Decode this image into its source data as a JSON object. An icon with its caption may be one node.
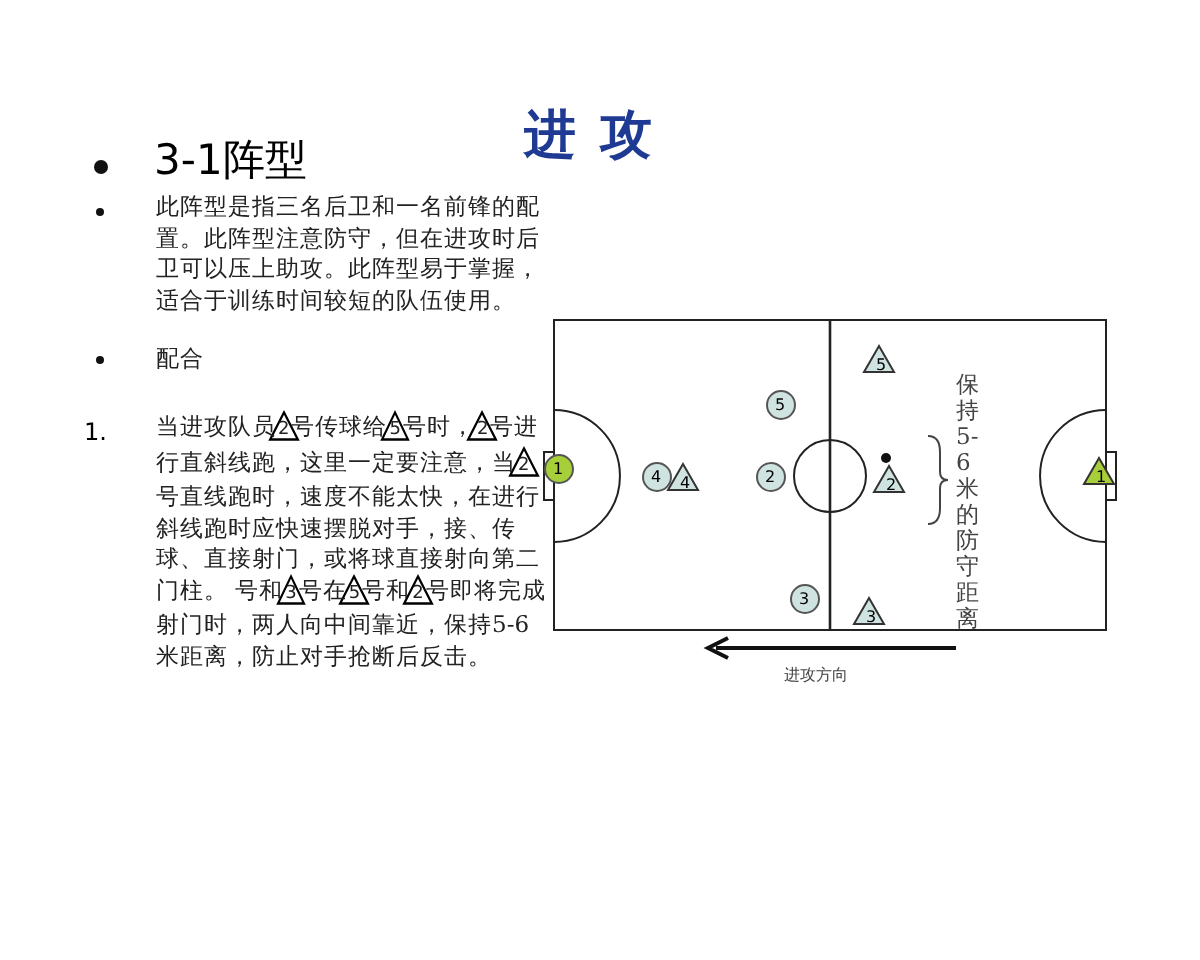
{
  "diagram": {
    "title": "进攻",
    "nodes": [
      {
        "text": [
          "1"
        ]
      },
      {
        "text": [
          "4"
        ]
      },
      {
        "text": [
          "4"
        ]
      },
      {
        "text": [
          "5"
        ]
      },
      {
        "text": [
          "2"
        ]
      },
      {
        "text": [
          "3"
        ]
      },
      {
        "text": [
          "5"
        ]
      },
      {
        "text": [
          "2"
        ]
      },
      {
        "text": [
          "3"
        ]
      },
      {
        "text": [
          "1"
        ]
      }
    ],
    "edges": [],
    "labels": [
      "3-1阵型",
      "此阵型是指三名后卫和一名前锋的配置。此阵型注意防守，但在进攻时后卫可以压上助攻。此阵型易于掌握，适合于训练时间较短的队伍使用。",
      "配合",
      "1.",
      "当进攻队员2号传球给5号时，2号进行直斜线跑，这里一定要注意，当2号直线跑时，速度不能太快，在进行斜线跑时应快速摆脱对手，接、传球、直接射门，或将球直接射向第二门柱。 号和3号在5号和2号即将完成射门时，两人向中间靠近，保持5-6米距离，防止对手抢断后反击。",
      "保持5-6米的防守距离",
      "进攻方向"
    ]
  }
}
